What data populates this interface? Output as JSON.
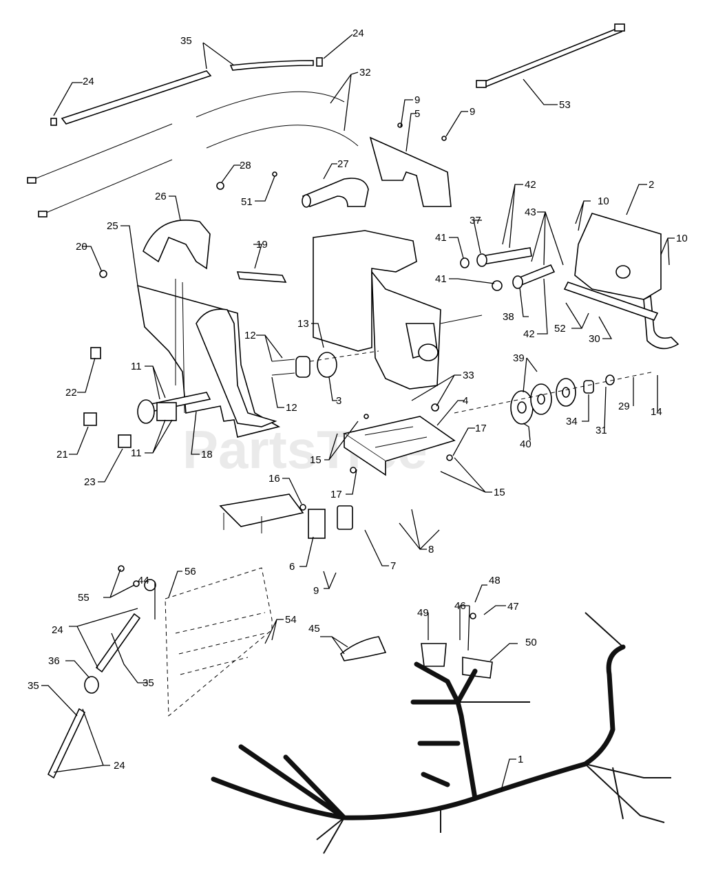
{
  "watermark": "PartsTree",
  "labels": [
    "1",
    "2",
    "3",
    "4",
    "5",
    "6",
    "7",
    "8",
    "9",
    "10",
    "11",
    "12",
    "13",
    "14",
    "15",
    "16",
    "17",
    "18",
    "19",
    "20",
    "21",
    "22",
    "23",
    "24",
    "25",
    "26",
    "27",
    "28",
    "29",
    "30",
    "31",
    "32",
    "33",
    "34",
    "35",
    "36",
    "37",
    "38",
    "39",
    "40",
    "41",
    "42",
    "43",
    "44",
    "45",
    "46",
    "47",
    "48",
    "49",
    "50",
    "51",
    "52",
    "53",
    "54",
    "55",
    "56"
  ]
}
